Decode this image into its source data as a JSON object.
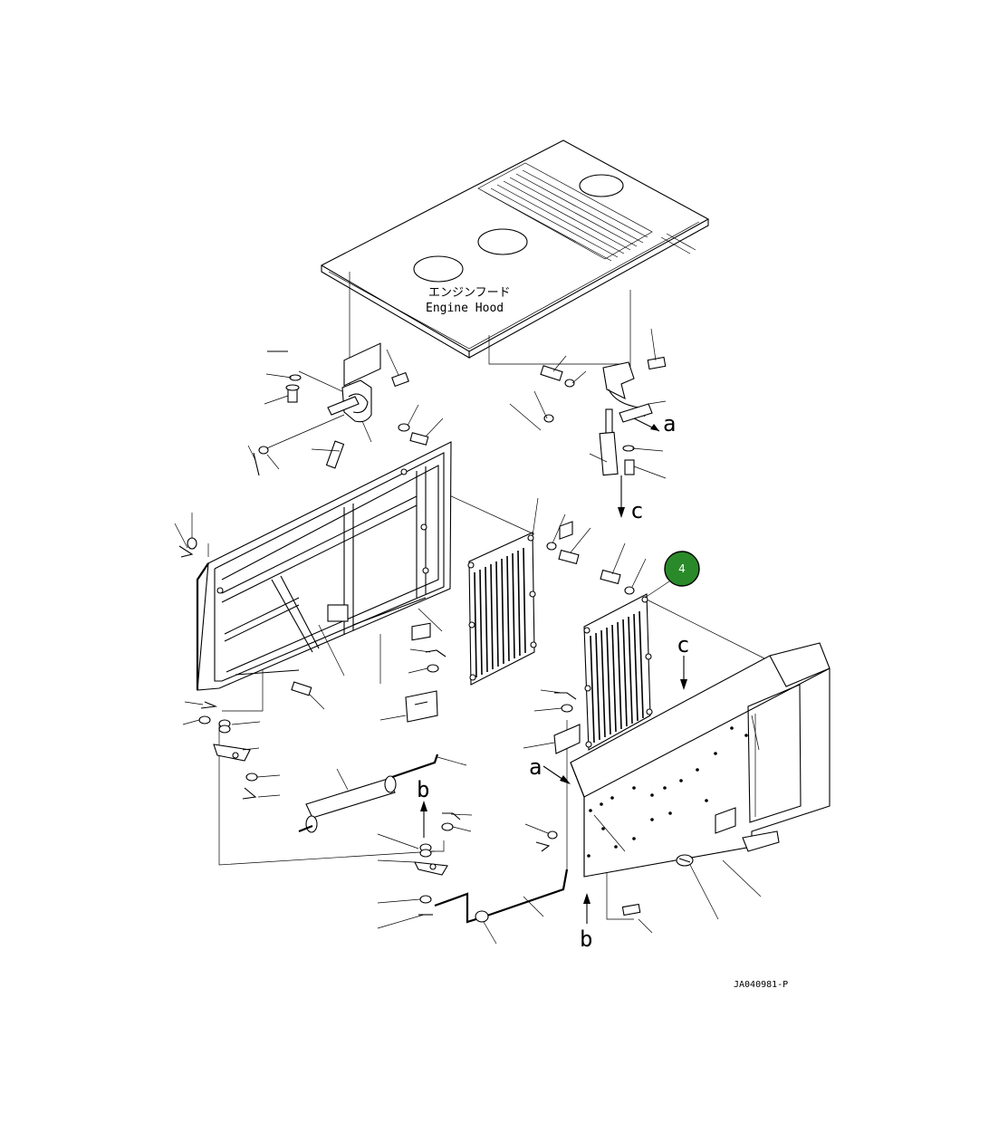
{
  "hood_label_jp": "エンジンフード",
  "hood_label_en": "Engine Hood",
  "view_markers": [
    "a",
    "c",
    "c",
    "a",
    "b",
    "b"
  ],
  "callout": {
    "number": "4",
    "color": "#2a8a2a"
  },
  "drawing_code": "JA040981-P"
}
